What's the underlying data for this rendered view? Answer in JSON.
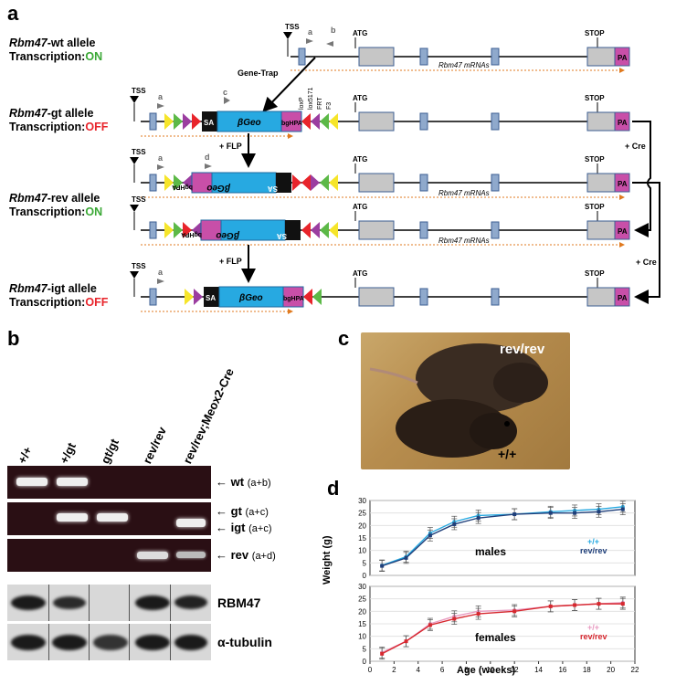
{
  "panels": {
    "a": "a",
    "b": "b",
    "c": "c",
    "d": "d"
  },
  "panel_a": {
    "alleles": [
      {
        "gene": "Rbm47",
        "name": "-wt allele",
        "transcription_label": "Transcription:",
        "status": "ON"
      },
      {
        "gene": "Rbm47",
        "name": "-gt allele",
        "transcription_label": "Transcription:",
        "status": "OFF"
      },
      {
        "gene": "Rbm47",
        "name": "-rev allele",
        "transcription_label": "Transcription:",
        "status": "ON"
      },
      {
        "gene": "Rbm47",
        "name": "-igt allele",
        "transcription_label": "Transcription:",
        "status": "OFF"
      }
    ],
    "tss": "TSS",
    "atg": "ATG",
    "stop": "STOP",
    "pa": "PA",
    "sa": "SA",
    "bgeo": "βGeo",
    "bghpa": "bgHPA",
    "primers": {
      "a": "a",
      "b": "b",
      "c": "c",
      "d": "d"
    },
    "mrna": "Rbm47 mRNAs",
    "gene_trap": "Gene-Trap",
    "flp": "+ FLP",
    "cre": "+ Cre",
    "sites": [
      "loxP",
      "lox5171",
      "FRT",
      "F3"
    ]
  },
  "panel_b": {
    "lanes": [
      "+/+",
      "+/gt",
      "gt/gt",
      "rev/rev",
      "rev/rev;Meox2-Cre"
    ],
    "pcr_labels": [
      {
        "name": "wt",
        "primers": "(a+b)"
      },
      {
        "name": "gt",
        "primers": "(a+c)"
      },
      {
        "name": "igt",
        "primers": "(a+c)"
      },
      {
        "name": "rev",
        "primers": "(a+d)"
      }
    ],
    "blot_labels": [
      "RBM47",
      "α-tubulin"
    ]
  },
  "panel_c": {
    "top_label": "rev/rev",
    "bottom_label": "+/+"
  },
  "panel_d": {
    "chart_data": [
      {
        "type": "line",
        "title": "males",
        "ylabel": "Weight (g)",
        "xlabel": "Age (weeks)",
        "xlim": [
          0,
          22
        ],
        "ylim": [
          0,
          30
        ],
        "yticks": [
          0,
          5,
          10,
          15,
          20,
          25,
          30
        ],
        "legend_placement": "right",
        "series": [
          {
            "name": "+/+",
            "color": "#27a9e1",
            "x": [
              1,
              3,
              5,
              7,
              9,
              12,
              15,
              17,
              19,
              21
            ],
            "values": [
              4,
              7.5,
              17,
              21.5,
              24,
              24.5,
              25.5,
              26,
              26.5,
              27.5
            ]
          },
          {
            "name": "rev/rev",
            "color": "#1f3f7a",
            "x": [
              1,
              3,
              5,
              7,
              9,
              12,
              15,
              17,
              19,
              21
            ],
            "values": [
              3.8,
              7,
              16,
              20.5,
              23,
              24.5,
              25,
              25,
              25.5,
              26.5
            ]
          }
        ]
      },
      {
        "type": "line",
        "title": "females",
        "ylabel": "Weight (g)",
        "xlabel": "Age (weeks)",
        "xlim": [
          0,
          22
        ],
        "ylim": [
          0,
          30
        ],
        "yticks": [
          0,
          5,
          10,
          15,
          20,
          25,
          30
        ],
        "xticks": [
          0,
          2,
          4,
          6,
          8,
          10,
          12,
          14,
          16,
          18,
          20,
          22
        ],
        "legend_placement": "right",
        "series": [
          {
            "name": "+/+",
            "color": "#e89ac0",
            "x": [
              1,
              3,
              5,
              7,
              9,
              12,
              15,
              17,
              19,
              21
            ],
            "values": [
              3.5,
              8,
              15,
              18,
              20,
              20.5,
              22,
              22.5,
              23,
              23.5
            ]
          },
          {
            "name": "rev/rev",
            "color": "#d7282f",
            "x": [
              1,
              3,
              5,
              7,
              9,
              12,
              15,
              17,
              19,
              21
            ],
            "values": [
              3,
              8,
              14.5,
              17,
              19,
              20,
              22,
              22.5,
              23,
              23
            ]
          }
        ]
      }
    ]
  }
}
